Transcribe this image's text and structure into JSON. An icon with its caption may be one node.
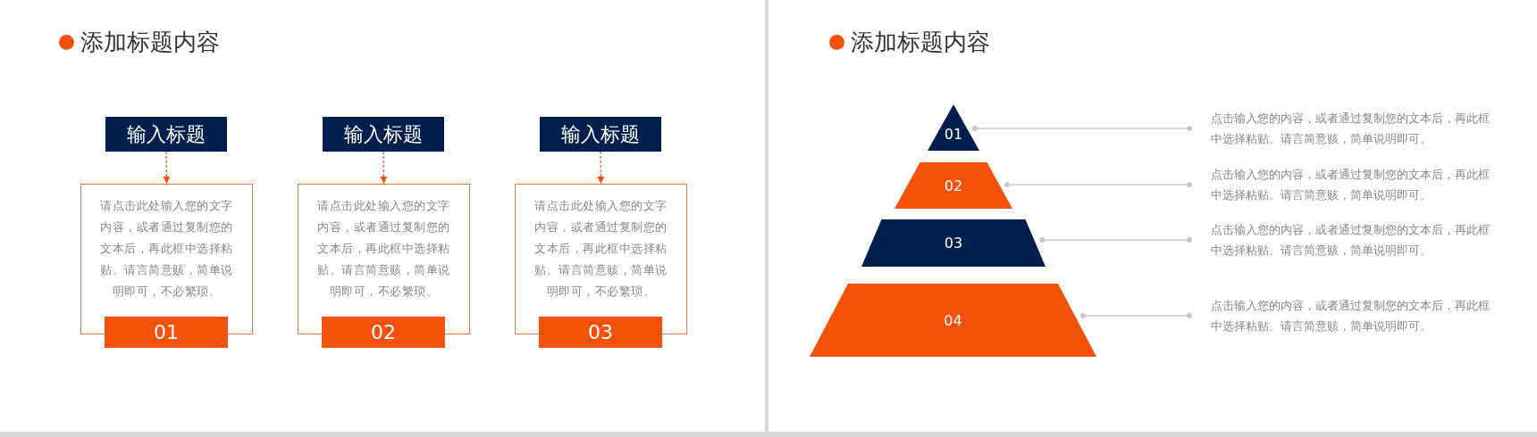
{
  "diagram": {
    "title": "添加标题内容",
    "nodes": [
      {
        "text": [
          "输入标题"
        ]
      },
      {
        "text": [
          "请点击此处输入您的文字内容，或者通过复制您的文本后，再此框中选择粘贴。请言简意赅，简单说明即可，不必繁琐。"
        ]
      },
      {
        "text": [
          "01"
        ]
      },
      {
        "text": [
          "输入标题"
        ]
      },
      {
        "text": [
          "请点击此处输入您的文字内容，或者通过复制您的文本后，再此框中选择粘贴。请言简意赅，简单说明即可，不必繁琐。"
        ]
      },
      {
        "text": [
          "02"
        ]
      },
      {
        "text": [
          "输入标题"
        ]
      },
      {
        "text": [
          "请点击此处输入您的文字内容，或者通过复制您的文本后，再此框中选择粘贴。请言简意赅，简单说明即可，不必繁琐。"
        ]
      },
      {
        "text": [
          "03"
        ]
      },
      {
        "text": [
          "01"
        ]
      },
      {
        "text": [
          "02"
        ]
      },
      {
        "text": [
          "03"
        ]
      },
      {
        "text": [
          "04"
        ]
      },
      {
        "text": [
          "点击输入您的内容，或者通过复制您的文本后，再此框中选择粘贴。请言简意赅，简单说明即可。"
        ]
      },
      {
        "text": [
          "点击输入您的内容，或者通过复制您的文本后，再此框中选择粘贴。请言简意赅，简单说明即可。"
        ]
      },
      {
        "text": [
          "点击输入您的内容，或者通过复制您的文本后，再此框中选择粘贴。请言简意赅，简单说明即可。"
        ]
      },
      {
        "text": [
          "点击输入您的内容，或者通过复制您的文本后，再此框中选择粘贴。请言简意赅，简单说明即可。"
        ]
      }
    ],
    "edges": [
      {
        "from": 0,
        "to": 1,
        "arrow": "to",
        "style": "dashed",
        "color": "#f4510b"
      },
      {
        "from": 3,
        "to": 4,
        "arrow": "to",
        "style": "dashed",
        "color": "#f4510b"
      },
      {
        "from": 6,
        "to": 7,
        "arrow": "to",
        "style": "dashed",
        "color": "#f4510b"
      },
      {
        "from": 13,
        "to": 9,
        "arrow": "other"
      },
      {
        "from": 14,
        "to": 10,
        "arrow": "other"
      },
      {
        "from": 15,
        "to": 11,
        "arrow": "other"
      },
      {
        "from": 16,
        "to": 12,
        "arrow": "other"
      }
    ],
    "labels": [
      "添加标题内容"
    ]
  }
}
